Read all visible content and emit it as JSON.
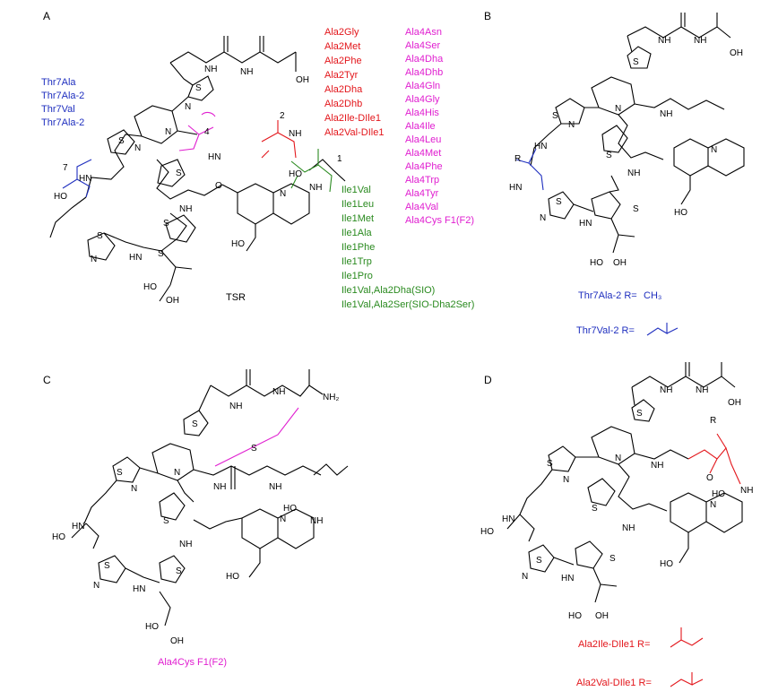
{
  "colors": {
    "black": "#000000",
    "blue": "#1f2fbf",
    "red": "#e3161b",
    "magenta": "#e01fd0",
    "green": "#2a8a1f"
  },
  "panels": {
    "a": {
      "letter": "A",
      "blue_list": [
        "Thr7Ala",
        "Thr7Ala-2",
        "Thr7Val",
        "Thr7Ala-2"
      ],
      "red_list": [
        "Ala2Gly",
        "Ala2Met",
        "Ala2Phe",
        "Ala2Tyr",
        "Ala2Dha",
        "Ala2Dhb",
        "Ala2Ile-DIle1",
        "Ala2Val-DIle1"
      ],
      "magenta_list": [
        "Ala4Asn",
        "Ala4Ser",
        "Ala4Dha",
        "Ala4Dhb",
        "Ala4Gln",
        "Ala4Gly",
        "Ala4His",
        "Ala4Ile",
        "Ala4Leu",
        "Ala4Met",
        "Ala4Phe",
        "Ala4Trp",
        "Ala4Tyr",
        "Ala4Val",
        "Ala4Cys F1(F2)"
      ],
      "green_list": [
        "Ile1Val",
        "Ile1Leu",
        "Ile1Met",
        "Ile1Ala",
        "Ile1Phe",
        "Ile1Trp",
        "Ile1Pro",
        "Ile1Val,Ala2Dha(SIO)",
        "Ile1Val,Ala2Ser(SIO-Dha2Ser)"
      ],
      "compound_name": "TSR",
      "position_labels": [
        "7",
        "4",
        "2",
        "1"
      ]
    },
    "b": {
      "letter": "B",
      "r_group_label": "R",
      "legend": [
        {
          "prefix": "Thr7Ala-2  R=",
          "value": "CH₃"
        },
        {
          "prefix": "Thr7Val-2  R=",
          "value": ""
        }
      ]
    },
    "c": {
      "letter": "C",
      "caption": "Ala4Cys F1(F2)",
      "link_atom": "S"
    },
    "d": {
      "letter": "D",
      "r_group_label": "R",
      "legend": [
        {
          "prefix": "Ala2Ile-DIle1  R="
        },
        {
          "prefix": "Ala2Val-DIle1  R="
        }
      ]
    },
    "atoms": {
      "nh": "NH",
      "hn": "HN",
      "n": "N",
      "s": "S",
      "o": "O",
      "oh": "OH",
      "ho": "HO",
      "nh2": "NH₂"
    }
  }
}
